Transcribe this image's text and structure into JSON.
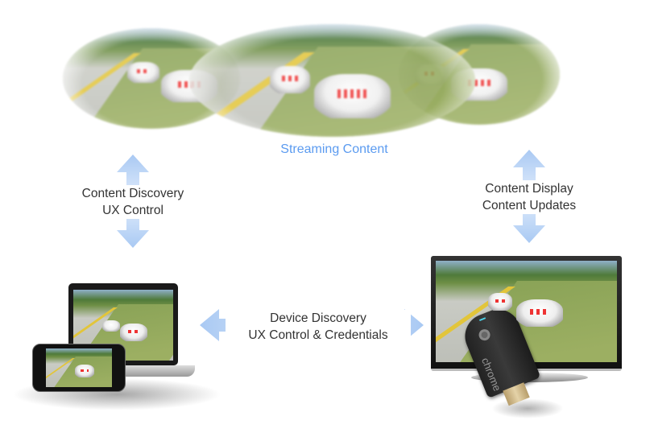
{
  "streaming": {
    "label": "Streaming Content"
  },
  "cloud_to_sender": {
    "line1": "Content Discovery",
    "line2": "UX Control"
  },
  "cloud_to_receiver": {
    "line1": "Content Display",
    "line2": "Content Updates"
  },
  "sender_to_receiver": {
    "line1": "Device Discovery",
    "line2": "UX Control & Credentials"
  },
  "dongle": {
    "brand": "chrome"
  },
  "colors": {
    "arrow": "#b9d3f5",
    "streaming_text": "#5b9bf0",
    "text": "#333333"
  }
}
